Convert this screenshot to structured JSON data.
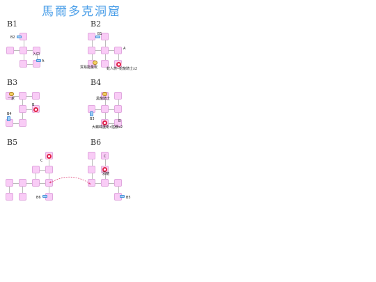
{
  "title": "馬爾多克洞窟",
  "floors": [
    {
      "label": "B1",
      "marks": {
        "b2": "B2",
        "entrance": "入口",
        "a": "A"
      }
    },
    {
      "label": "B2",
      "marks": {
        "b1": "B1",
        "a": "A",
        "merchant": "貿易能量炭",
        "boss": "蛇人族•蛇龍騎士x2"
      }
    },
    {
      "label": "B3",
      "marks": {
        "npc": "一家",
        "b": "B",
        "b4": "B4"
      }
    },
    {
      "label": "B4",
      "marks": {
        "npc": "黑龍騎士",
        "b3": "B3",
        "b": "B",
        "boss": "大蜘蛛護衛•骷髏x2"
      }
    },
    {
      "label": "B5",
      "marks": {
        "c": "C",
        "b6": "B6"
      }
    },
    {
      "label": "B6",
      "marks": {
        "c": "C",
        "boss": "邪龍",
        "b5": "B5"
      }
    }
  ],
  "colors": {
    "title": "#4a9ee8",
    "room": "#f9ccf6",
    "boss": "#e02050",
    "stairs": "#9fd0f5",
    "path": "#e05080"
  }
}
